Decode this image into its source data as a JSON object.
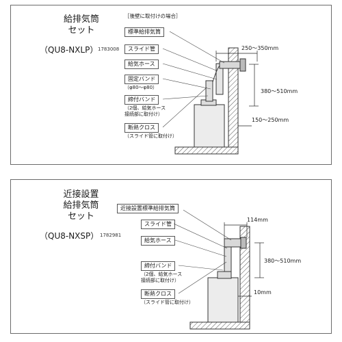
{
  "panel1": {
    "title_line1": "給排気筒",
    "title_line2": "セット",
    "model": "（QU8-NXLP）",
    "code": "1783008",
    "note": "［後壁に取付けの場合］",
    "labels": [
      "標準給排気筒",
      "スライド管",
      "給気ホース",
      "固定バンド",
      "締付バンド",
      "断熱クロス"
    ],
    "sub_kotei": "（φ80～φ80）",
    "sub_shime_1": "（2個、給気ホース",
    "sub_shime_2": "接続部に取付け）",
    "sub_dannetsu": "（スライド管に取付け）",
    "dim_top": "250～350mm",
    "dim_side": "380～510mm",
    "dim_bottom": "150～250mm"
  },
  "panel2": {
    "title_line1": "近接設置",
    "title_line2": "給排気筒",
    "title_line3": "セット",
    "model": "（QU8-NXSP）",
    "code": "1782981",
    "labels": [
      "近接設置標準給排気筒",
      "スライド管",
      "給気ホース",
      "締付バンド",
      "断熱クロス"
    ],
    "sub_shime_1": "（2個、給気ホース",
    "sub_shime_2": "接続部に取付け）",
    "sub_dannetsu": "（スライド管に取付け）",
    "dim_top": "114mm",
    "dim_side": "380～510mm",
    "dim_bottom": "10mm"
  }
}
